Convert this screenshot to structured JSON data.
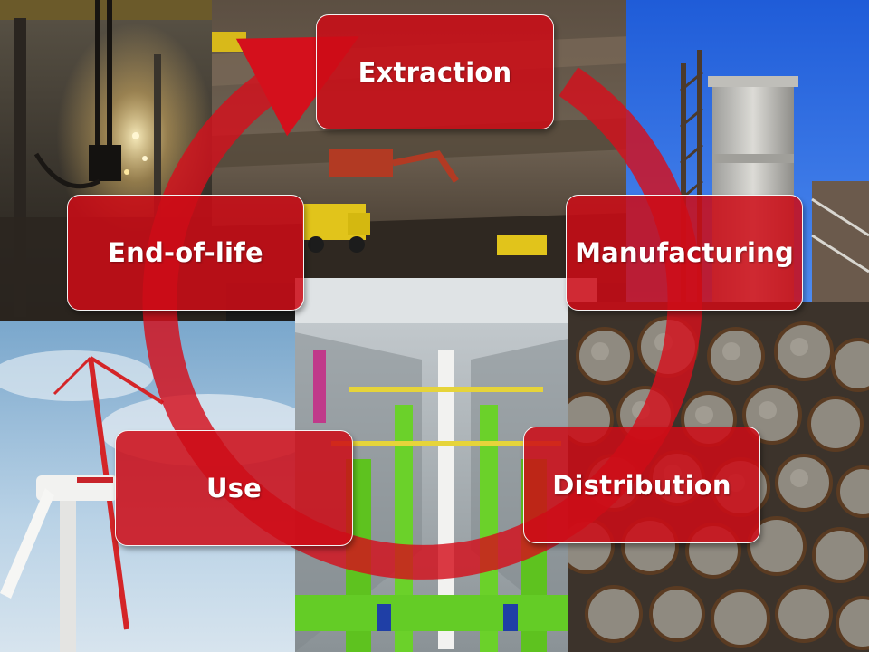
{
  "diagram": {
    "stages": [
      {
        "id": "extraction",
        "label": "Extraction"
      },
      {
        "id": "manufacturing",
        "label": "Manufacturing"
      },
      {
        "id": "distribution",
        "label": "Distribution"
      },
      {
        "id": "use",
        "label": "Use"
      },
      {
        "id": "end-of-life",
        "label": "End-of-life"
      }
    ],
    "arrow_color": "#d4101c",
    "box_color": "#cd0c16"
  },
  "photos": [
    {
      "id": "steel-mill",
      "description_icon": "crane-hook-icon"
    },
    {
      "id": "open-pit-mine",
      "description_icon": "mining-truck-icon"
    },
    {
      "id": "industrial-tower",
      "description_icon": "factory-tower-icon"
    },
    {
      "id": "wind-turbine",
      "description_icon": "wind-turbine-icon"
    },
    {
      "id": "pipe-plant",
      "description_icon": "pipeline-icon"
    },
    {
      "id": "steel-rebar",
      "description_icon": "steel-bars-icon"
    }
  ]
}
